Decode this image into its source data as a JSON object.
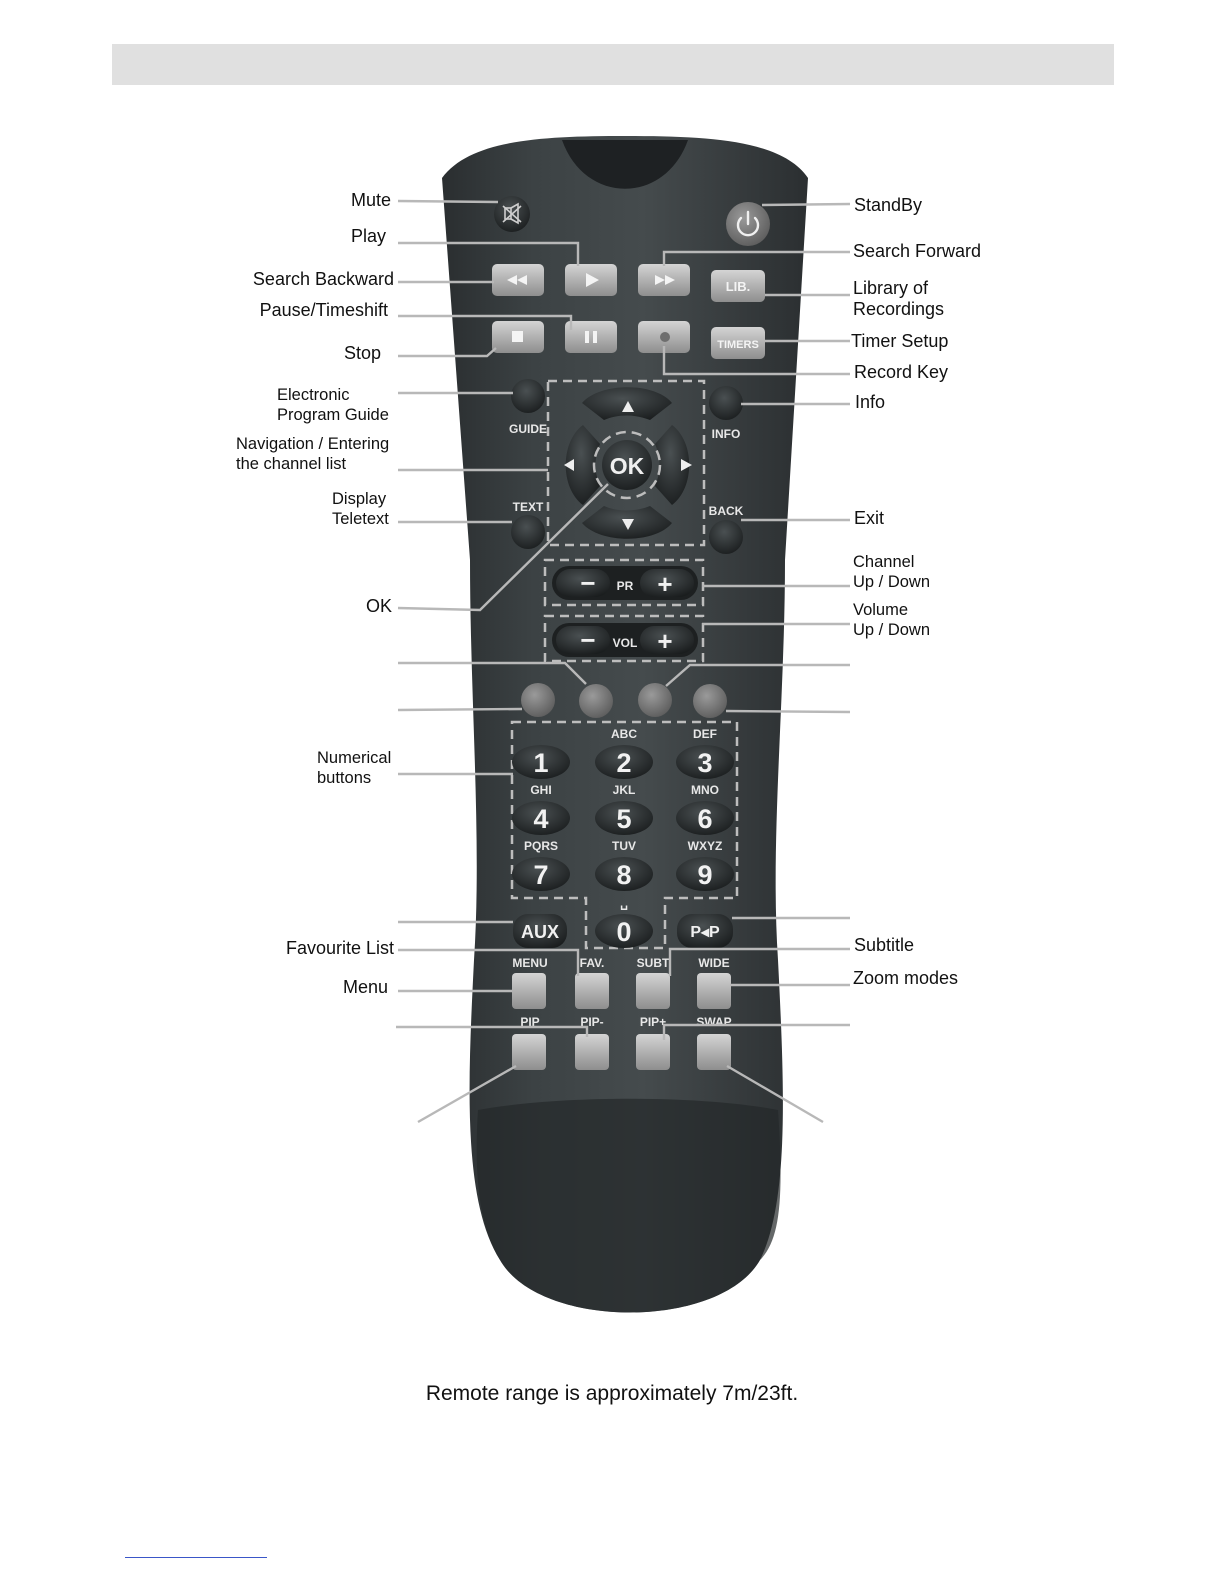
{
  "callouts": {
    "mute": "Mute",
    "play": "Play",
    "search_backward": "Search Backward",
    "pause": "Pause/Timeshift",
    "stop": "Stop",
    "epg": "Electronic\nProgram Guide",
    "navigation": "Navigation / Entering\nthe channel list",
    "teletext": "Display\nTeletext",
    "ok": "OK",
    "numerical": "Numerical\nbuttons",
    "favourite": "Favourite List",
    "menu": "Menu",
    "standby": "StandBy",
    "search_forward": "Search Forward",
    "library": "Library of\nRecordings",
    "timer": "Timer Setup",
    "record": "Record Key",
    "info": "Info",
    "exit": "Exit",
    "channel": "Channel\nUp / Down",
    "volume": "Volume\nUp / Down",
    "subtitle": "Subtitle",
    "zoom": "Zoom modes"
  },
  "keys": {
    "lib": "LIB.",
    "timers": "TIMERS",
    "guide": "GUIDE",
    "info": "INFO",
    "text": "TEXT",
    "back": "BACK",
    "ok": "OK",
    "pr": "PR",
    "vol": "VOL",
    "minus": "−",
    "plus": "+",
    "aux": "AUX",
    "pp": "P◂P",
    "menu": "MENU",
    "fav": "FAV.",
    "subt": "SUBT",
    "wide": "WIDE",
    "pip": "PIP",
    "pip_minus": "PIP-",
    "pip_plus": "PIP+",
    "swap": "SWAP"
  },
  "numbers": [
    {
      "digit": "1",
      "letters": ""
    },
    {
      "digit": "2",
      "letters": "ABC"
    },
    {
      "digit": "3",
      "letters": "DEF"
    },
    {
      "digit": "4",
      "letters": "GHI"
    },
    {
      "digit": "5",
      "letters": "JKL"
    },
    {
      "digit": "6",
      "letters": "MNO"
    },
    {
      "digit": "7",
      "letters": "PQRS"
    },
    {
      "digit": "8",
      "letters": "TUV"
    },
    {
      "digit": "9",
      "letters": "WXYZ"
    },
    {
      "digit": "0",
      "letters": "␣"
    }
  ],
  "footer": {
    "range_note": "Remote range is approximately 7m/23ft."
  }
}
